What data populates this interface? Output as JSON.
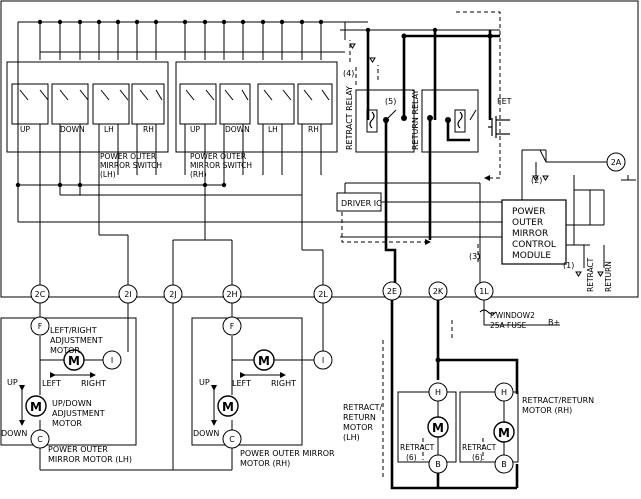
{
  "switches": {
    "lh_label": [
      "POWER OUTER",
      "MIRROR SWITCH",
      "(LH)"
    ],
    "rh_label": [
      "POWER OUTER",
      "MIRROR SWITCH",
      "(RH)"
    ],
    "buttons": [
      "UP",
      "DOWN",
      "LH",
      "RH"
    ]
  },
  "relays": {
    "retract": "RETRACT RELAY",
    "return": "RETURN RELAY",
    "fet": "FET",
    "driver_ic": "DRIVER IC"
  },
  "module": {
    "label": [
      "POWER",
      "OUTER",
      "MIRROR",
      "CONTROL",
      "MODULE"
    ],
    "retract": "RETRACT",
    "return": "RETURN"
  },
  "notes": {
    "n1": "(1)",
    "n2": "(2)",
    "n3": "(3)",
    "n4": "(4)",
    "n5": "(5)",
    "n6a": "(6)",
    "n6b": "(6)"
  },
  "connectors": {
    "c2C": "2C",
    "c2I": "2I",
    "c2J": "2J",
    "c2H": "2H",
    "c2L": "2L",
    "c2E": "2E",
    "c2K": "2K",
    "c1L": "1L",
    "c2A": "2A"
  },
  "fuse": {
    "line1": "P.WINDOW2",
    "line2": "25A FUSE",
    "battery": "B+"
  },
  "lh_motor": {
    "F": "F",
    "I": "I",
    "C": "C",
    "M1": "M",
    "M2": "M",
    "lr_label": [
      "LEFT/RIGHT",
      "ADJUSTMENT",
      "MOTOR"
    ],
    "left": "LEFT",
    "right": "RIGHT",
    "up": "UP",
    "down": "DOWN",
    "ud_label": [
      "UP/DOWN",
      "ADJUSTMENT",
      "MOTOR"
    ],
    "name": [
      "POWER OUTER",
      "MIRROR MOTOR (LH)"
    ]
  },
  "rh_motor": {
    "F": "F",
    "I": "I",
    "C": "C",
    "M1": "M",
    "M2": "M",
    "left": "LEFT",
    "right": "RIGHT",
    "up": "UP",
    "down": "DOWN",
    "name": [
      "POWER OUTER MIRROR",
      "MOTOR (RH)"
    ]
  },
  "retract_motor": {
    "lh_label": [
      "RETRACT/",
      "RETURN",
      "MOTOR",
      "(LH)"
    ],
    "rh_label": [
      "RETRACT/RETURN",
      "MOTOR (RH)"
    ],
    "H": "H",
    "B": "B",
    "M": "M",
    "retract": "RETRACT"
  }
}
